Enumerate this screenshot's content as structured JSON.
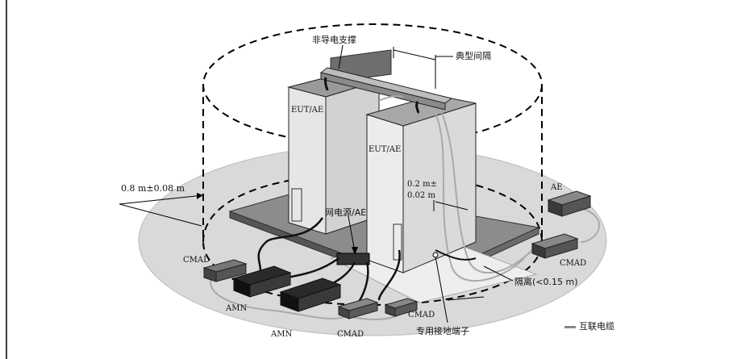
{
  "labels": {
    "non_conductive_support": "非导电支撑",
    "typical_spacing": "典型间隔",
    "eut_ae_left": "EUT/AE",
    "eut_ae_right": "EUT/AE",
    "distance_08": "0.8 m±0.08 m",
    "distance_02_a": "0.2 m±",
    "distance_02_b": "0.02 m",
    "mains_ae": "网电源/AE",
    "ae_right": "AE",
    "cmad_left": "CMAD",
    "cmad_right": "CMAD",
    "cmad_bottom_a": "CMAD",
    "cmad_bottom_b": "CMAD",
    "amn_a": "AMN",
    "amn_b": "AMN",
    "isolation": "隔离(<0.15 m)",
    "ground_terminal": "专用接地端子"
  },
  "legend": {
    "interconnect_cable": "互联电缆"
  }
}
